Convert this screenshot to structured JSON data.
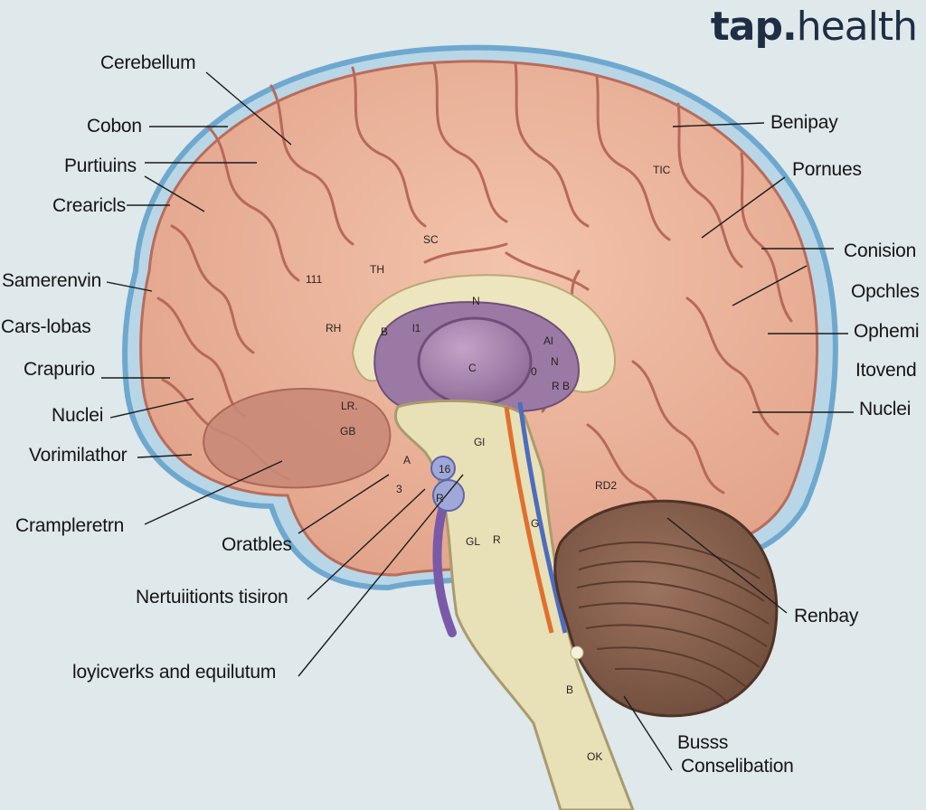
{
  "brand": {
    "part1": "tap.",
    "part2": "health"
  },
  "labels_left": [
    "Cerebellum",
    "Cobon",
    "Purtiuins",
    "Crearicls",
    "Samerenvin",
    "Cars-lobas",
    "Crapurio",
    "Nuclei",
    "Vorimilathor",
    "Crampleretrn",
    "Oratbles",
    "Nertuiitionts tisiron",
    "loyicverks and equilutum"
  ],
  "labels_right": [
    "Benipay",
    "Pornues",
    "Conision",
    "Opchles",
    "Ophemi",
    "Itovend",
    "Nuclei",
    "Renbay",
    "Busss",
    "Conselibation"
  ],
  "inner_labels": [
    "TIC",
    "SC",
    "TH",
    "111",
    "RH",
    "N",
    "B",
    "l1",
    "C",
    "Al",
    "N",
    "0",
    "R B",
    "LR.",
    "GB",
    "Gl",
    "A",
    "3",
    "16",
    "R",
    "GL",
    "R",
    "G",
    "RD2",
    "B",
    "OK"
  ],
  "colors": {
    "background": "#dfe8ea",
    "cortex": "#eab39a",
    "outline": "#6ea8cf",
    "cerebellum": "#8c6450",
    "ventricle": "#9a7aa4",
    "white_matter": "#ede5bd",
    "brainstem": "#e8e0b6"
  }
}
